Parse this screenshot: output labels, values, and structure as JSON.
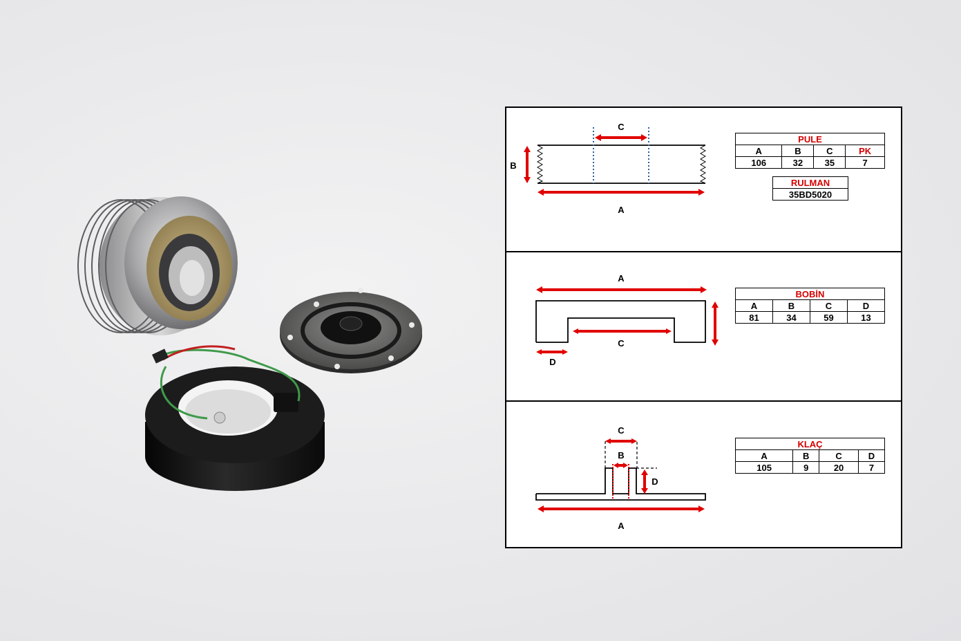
{
  "colors": {
    "dimension_arrow": "#e00000",
    "table_header_red": "#d40000",
    "guide_dotted": "#2f5f9a"
  },
  "pule": {
    "diagram_labels": {
      "a": "A",
      "b": "B",
      "c": "C"
    },
    "table": {
      "title": "PULE",
      "headers": [
        "A",
        "B",
        "C",
        "PK"
      ],
      "values": [
        "106",
        "32",
        "35",
        "7"
      ]
    },
    "rulman": {
      "title": "RULMAN",
      "value": "35BD5020"
    }
  },
  "bobin": {
    "diagram_labels": {
      "a": "A",
      "c": "C",
      "d": "D"
    },
    "table": {
      "title": "BOBİN",
      "headers": [
        "A",
        "B",
        "C",
        "D"
      ],
      "values": [
        "81",
        "34",
        "59",
        "13"
      ]
    }
  },
  "klac": {
    "diagram_labels": {
      "a": "A",
      "b": "B",
      "c": "C",
      "d": "D"
    },
    "table": {
      "title": "KLAÇ",
      "headers": [
        "A",
        "B",
        "C",
        "D"
      ],
      "values": [
        "105",
        "9",
        "20",
        "7"
      ]
    }
  }
}
